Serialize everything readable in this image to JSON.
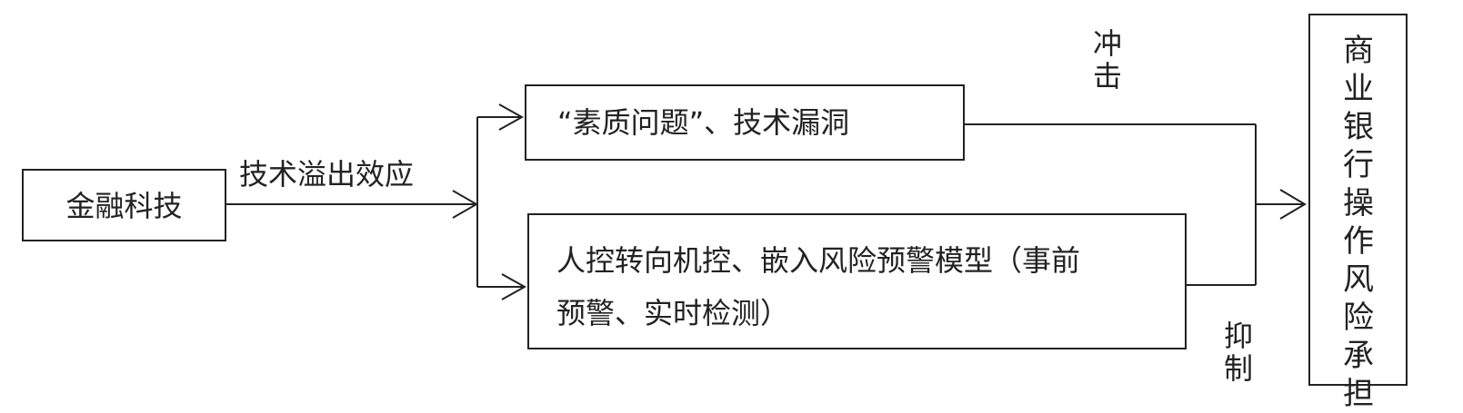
{
  "nodes": {
    "fintech": "金融科技",
    "quality": "“素质问题”、技术漏洞",
    "control_line1": "人控转向机控、嵌入风险预警模型（事前",
    "control_line2": "预警、实时检测）",
    "target_chars": [
      "商",
      "业",
      "银",
      "行",
      "操",
      "作",
      "风",
      "险",
      "承",
      "担"
    ]
  },
  "edges": {
    "spillover": "技术溢出效应",
    "impact_chars": [
      "冲",
      "击"
    ],
    "suppress_chars": [
      "抑",
      "制"
    ]
  },
  "colors": {
    "line": "#222222",
    "background": "#ffffff"
  }
}
